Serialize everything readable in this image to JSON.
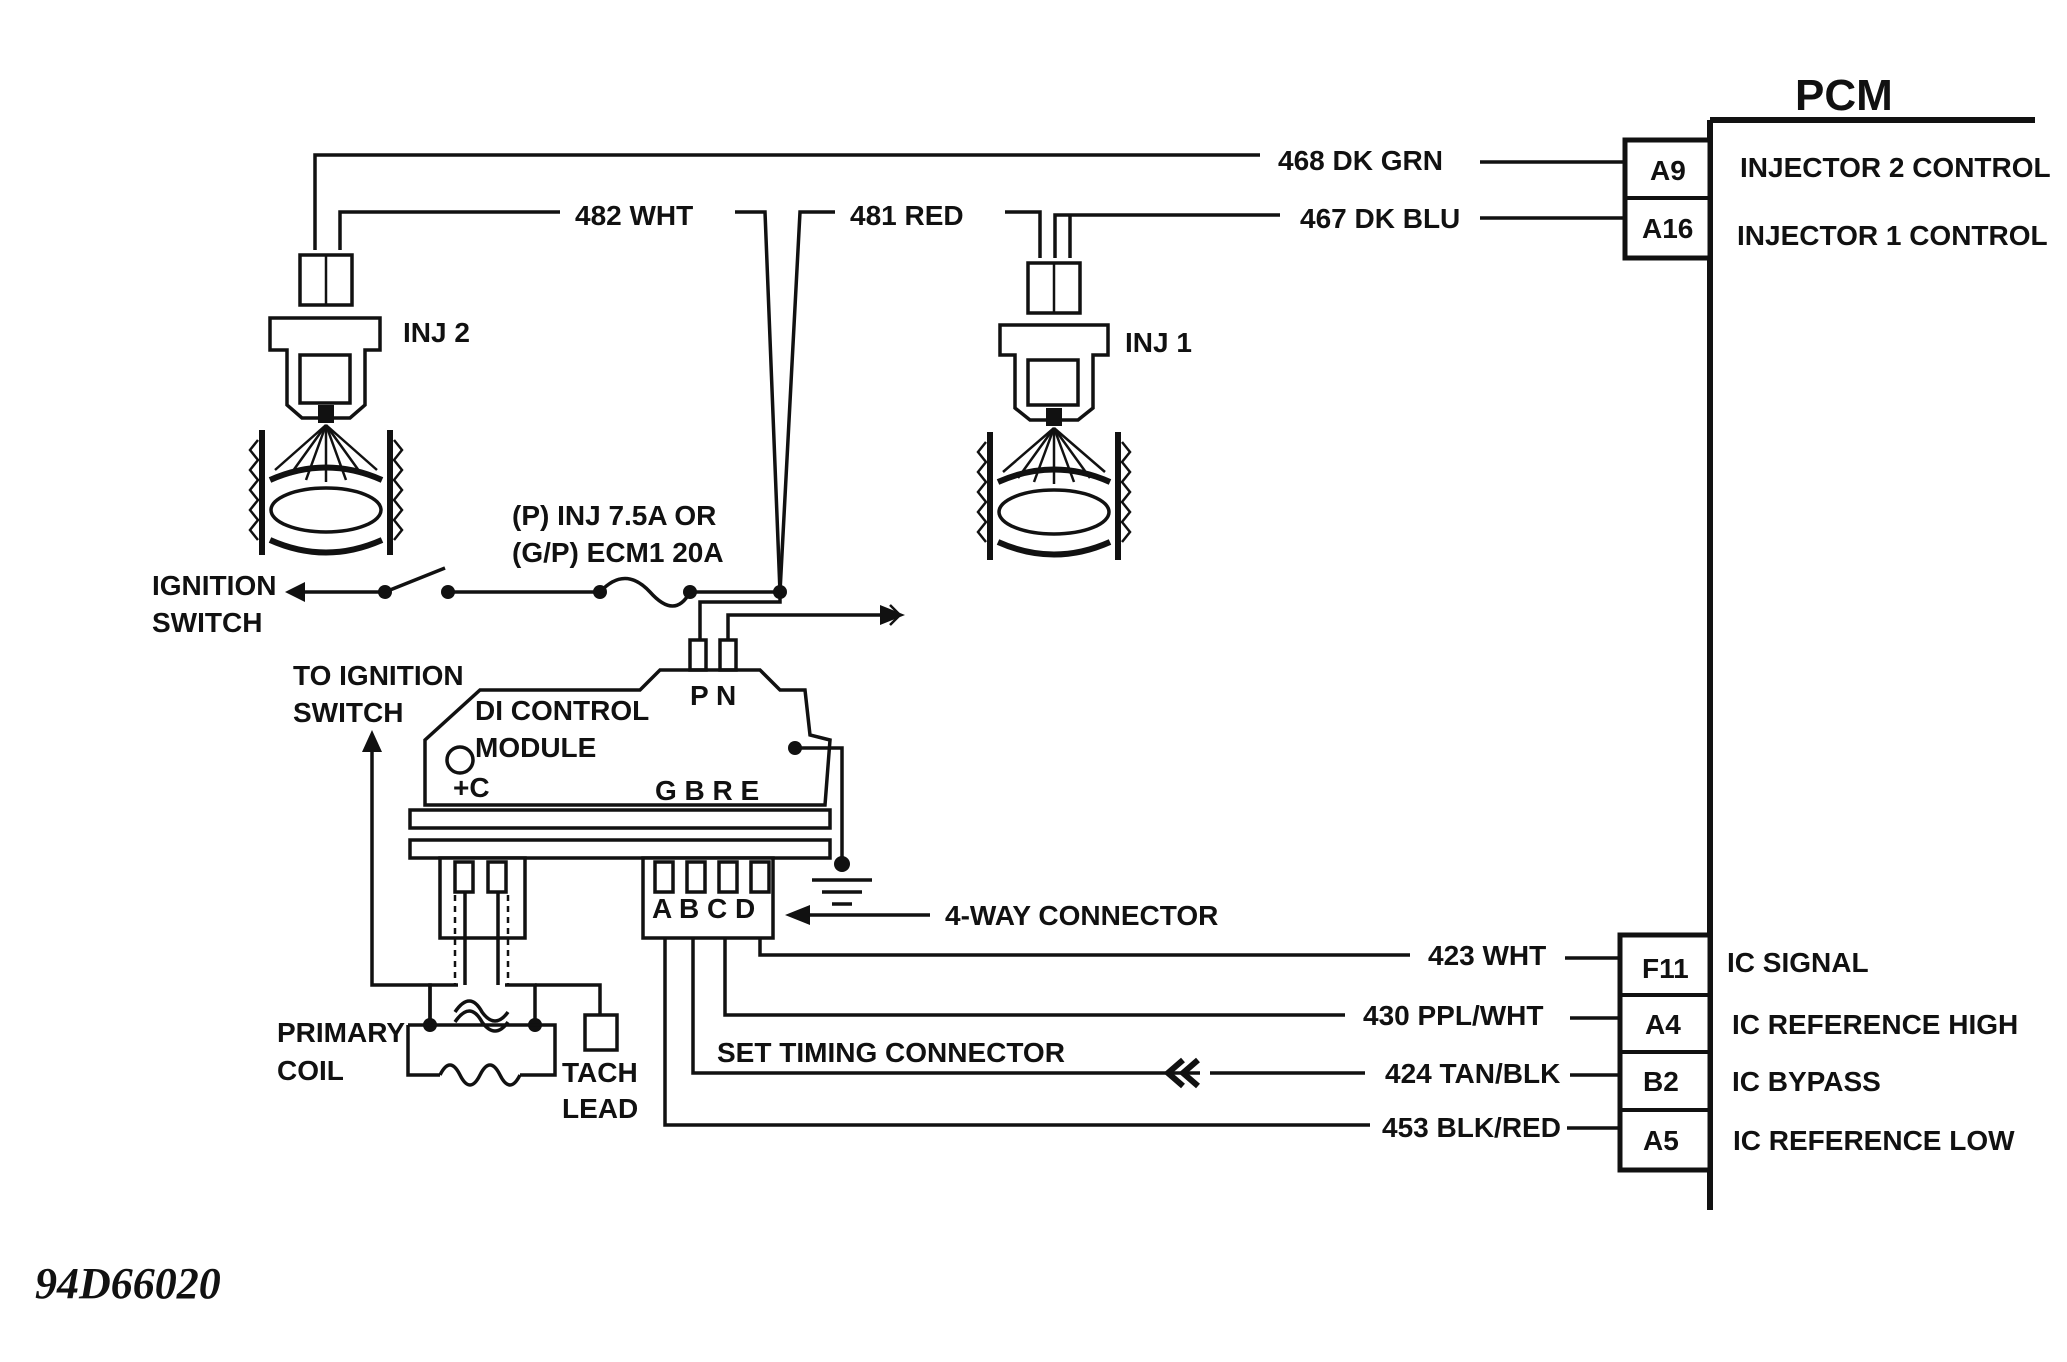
{
  "pcm": {
    "title": "PCM",
    "pins": [
      {
        "pin": "A9",
        "function": "INJECTOR 2 CONTROL",
        "wire": "468 DK GRN"
      },
      {
        "pin": "A16",
        "function": "INJECTOR 1 CONTROL",
        "wire": "467 DK BLU"
      },
      {
        "pin": "F11",
        "function": "IC SIGNAL",
        "wire": "423 WHT"
      },
      {
        "pin": "A4",
        "function": "IC REFERENCE HIGH",
        "wire": "430 PPL/WHT"
      },
      {
        "pin": "B2",
        "function": "IC BYPASS",
        "wire": "424 TAN/BLK"
      },
      {
        "pin": "A5",
        "function": "IC REFERENCE LOW",
        "wire": "453 BLK/RED"
      }
    ]
  },
  "wires": {
    "inj2_feed": "482 WHT",
    "inj1_feed": "481 RED"
  },
  "injectors": {
    "inj2": "INJ 2",
    "inj1": "INJ 1"
  },
  "fuse": {
    "line1": "(P) INJ 7.5A OR",
    "line2": "(G/P) ECM1 20A"
  },
  "ignition_switch": {
    "line1": "IGNITION",
    "line2": "SWITCH"
  },
  "to_ignition_switch": {
    "line1": "TO IGNITION",
    "line2": "SWITCH"
  },
  "module": {
    "line1": "DI CONTROL",
    "line2": "MODULE",
    "terminal_c": "+C",
    "terminals_top": "P N",
    "terminals_side": "G B R E",
    "terminals_bottom": "A B C D"
  },
  "four_way_connector": "4-WAY CONNECTOR",
  "set_timing_connector": "SET TIMING CONNECTOR",
  "primary_coil": {
    "line1": "PRIMARY",
    "line2": "COIL"
  },
  "tach_lead": {
    "line1": "TACH",
    "line2": "LEAD"
  },
  "figure_code": "94D66020"
}
